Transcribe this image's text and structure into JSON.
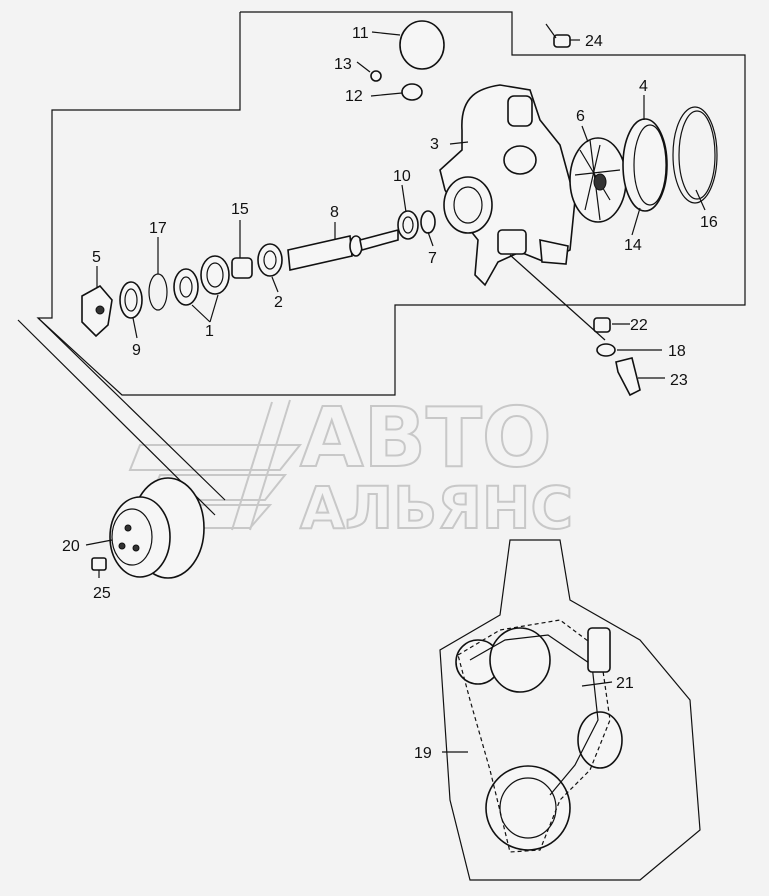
{
  "watermark": {
    "line1": "АВТО",
    "line2": "АЛЬЯНС"
  },
  "callouts": [
    {
      "id": "c1",
      "text": "1"
    },
    {
      "id": "c2",
      "text": "2"
    },
    {
      "id": "c3",
      "text": "3"
    },
    {
      "id": "c4",
      "text": "4"
    },
    {
      "id": "c5",
      "text": "5"
    },
    {
      "id": "c6",
      "text": "6"
    },
    {
      "id": "c7",
      "text": "7"
    },
    {
      "id": "c8",
      "text": "8"
    },
    {
      "id": "c9",
      "text": "9"
    },
    {
      "id": "c10",
      "text": "10"
    },
    {
      "id": "c11",
      "text": "11"
    },
    {
      "id": "c12",
      "text": "12"
    },
    {
      "id": "c13",
      "text": "13"
    },
    {
      "id": "c14",
      "text": "14"
    },
    {
      "id": "c15",
      "text": "15"
    },
    {
      "id": "c16",
      "text": "16"
    },
    {
      "id": "c17",
      "text": "17"
    },
    {
      "id": "c18",
      "text": "18"
    },
    {
      "id": "c19",
      "text": "19"
    },
    {
      "id": "c20",
      "text": "20"
    },
    {
      "id": "c21",
      "text": "21"
    },
    {
      "id": "c22",
      "text": "22"
    },
    {
      "id": "c23",
      "text": "23"
    },
    {
      "id": "c24",
      "text": "24"
    },
    {
      "id": "c25",
      "text": "25"
    }
  ]
}
